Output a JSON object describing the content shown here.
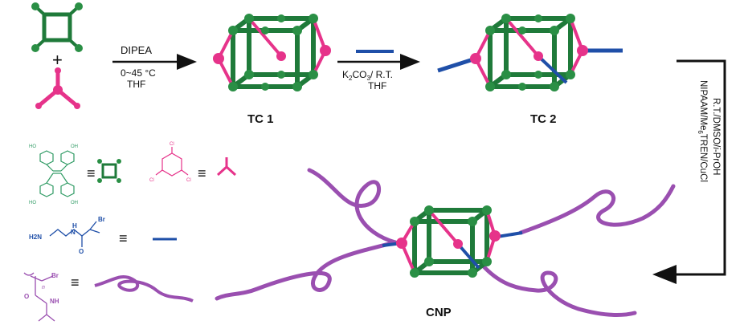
{
  "step1": {
    "reagent": "DIPEA",
    "conditions": "0~45 °C",
    "solvent": "THF",
    "plus": "+"
  },
  "step2": {
    "reagent_main": "K",
    "reagent_sub1": "2",
    "reagent_co": "CO",
    "reagent_sub2": "3",
    "reagent_rest": "/ R.T.",
    "solvent": "THF"
  },
  "step3": {
    "line1_a": "NIPAAM/Me",
    "line1_sub": "6",
    "line1_b": "TREN/CuCl",
    "line2_a": "R.T./DMSO/",
    "line2_i": "i",
    "line2_b": "-PrOH"
  },
  "products": {
    "tc1": "TC 1",
    "tc2": "TC 2",
    "cnp": "CNP"
  },
  "legend": {
    "equiv": "≡",
    "ho": "HO",
    "oh": "OH",
    "cl": "Cl",
    "n": "N",
    "h2n": "H2N",
    "nh": "NH",
    "h": "H",
    "br": "Br",
    "o": "O",
    "n_sub": "n"
  },
  "colors": {
    "green": "#1f7a3a",
    "magenta": "#e6338a",
    "blue": "#1f4fa8",
    "purple": "#9a4fb0",
    "black": "#111111"
  }
}
